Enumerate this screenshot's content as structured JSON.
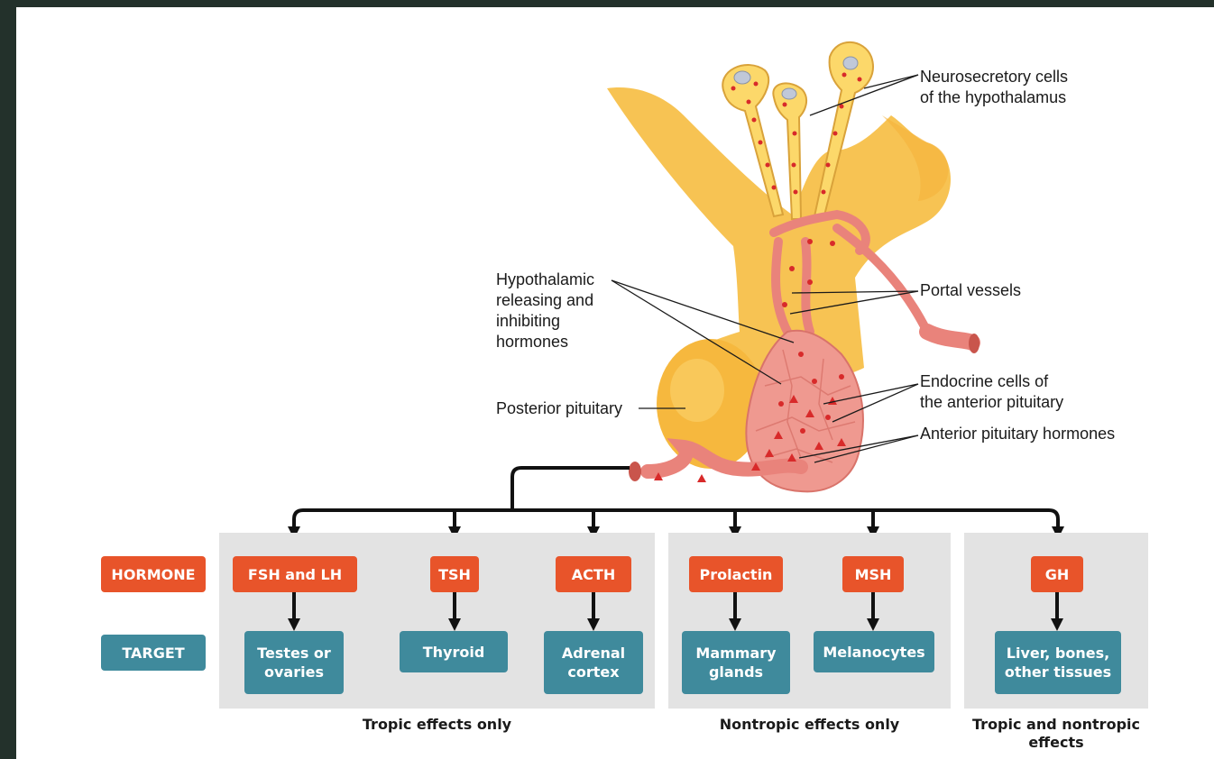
{
  "labels": {
    "neurosecretory": "Neurosecretory cells\nof the hypothalamus",
    "portal": "Portal vessels",
    "hypothalamic": "Hypothalamic\nreleasing and\ninhibiting\nhormones",
    "endocrine": "Endocrine cells of\nthe anterior pituitary",
    "posterior": "Posterior pituitary",
    "anterior_hormones": "Anterior pituitary hormones"
  },
  "row_labels": {
    "hormone": "HORMONE",
    "target": "TARGET"
  },
  "groups": [
    {
      "caption": "Tropic effects only",
      "items": [
        {
          "hormone": "FSH and LH",
          "target": "Testes or\novaries"
        },
        {
          "hormone": "TSH",
          "target": "Thyroid"
        },
        {
          "hormone": "ACTH",
          "target": "Adrenal\ncortex"
        }
      ]
    },
    {
      "caption": "Nontropic effects only",
      "items": [
        {
          "hormone": "Prolactin",
          "target": "Mammary\nglands"
        },
        {
          "hormone": "MSH",
          "target": "Melanocytes"
        }
      ]
    },
    {
      "caption": "Tropic and nontropic\neffects",
      "items": [
        {
          "hormone": "GH",
          "target": "Liver, bones,\nother tissues"
        }
      ]
    }
  ],
  "colors": {
    "hormone_box": "#e8542a",
    "target_box": "#3f8a9c",
    "panel": "#e3e3e3",
    "tissue": "#f7c04a",
    "vessel": "#e9837b"
  }
}
